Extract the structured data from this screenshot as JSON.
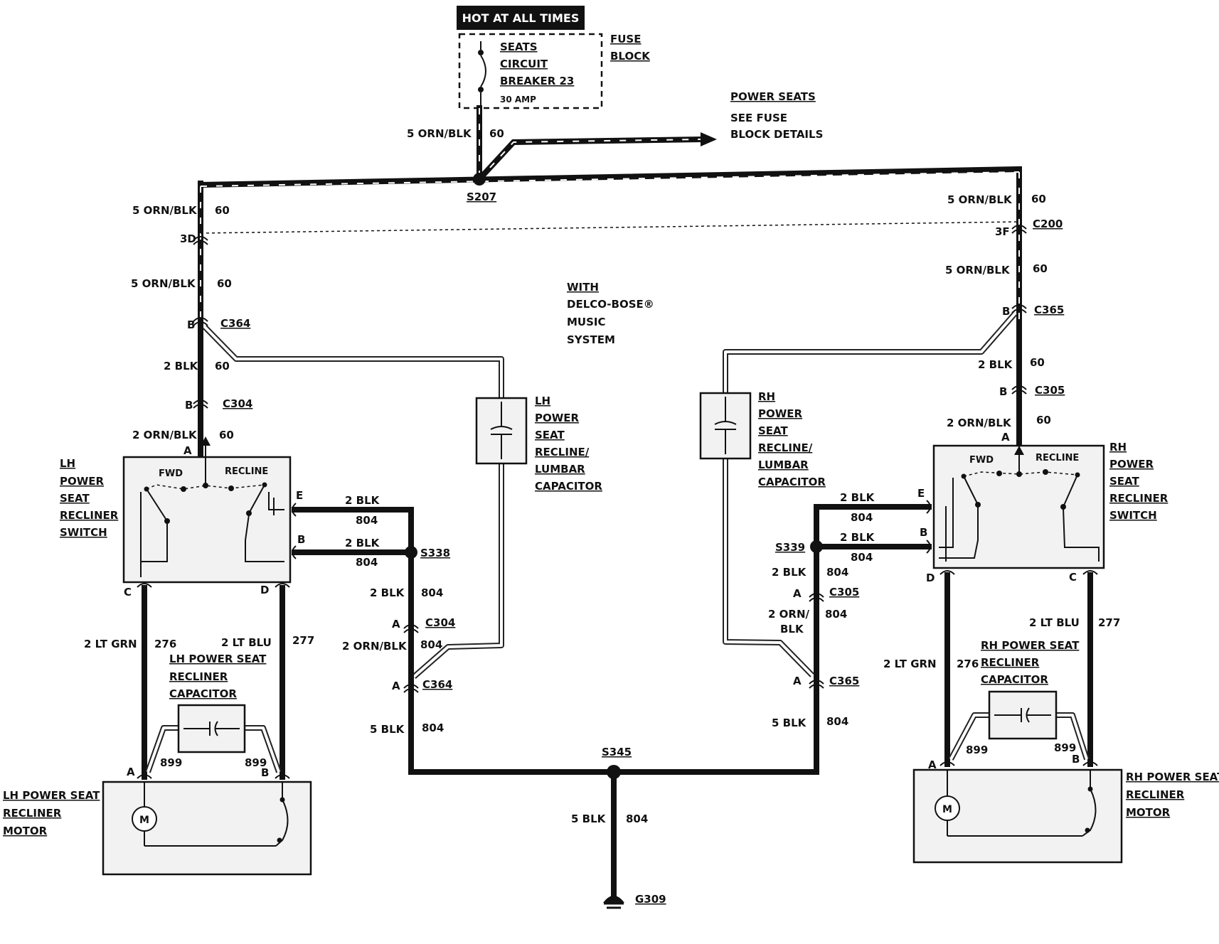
{
  "header": {
    "hot_banner": "HOT AT ALL TIMES",
    "fuse_block_label": [
      "FUSE",
      "BLOCK"
    ],
    "breaker_label": [
      "SEATS",
      "CIRCUIT",
      "BREAKER 23"
    ],
    "breaker_rating": "30 AMP",
    "power_seats_note": [
      "POWER SEATS",
      "SEE FUSE",
      "BLOCK DETAILS"
    ],
    "with_note": [
      "WITH",
      "DELCO-BOSE®",
      "MUSIC",
      "SYSTEM"
    ]
  },
  "wires": {
    "feed": {
      "gauge_color": "5 ORN/BLK",
      "circuit": "60"
    },
    "lh_upper": {
      "gauge_color": "5 ORN/BLK",
      "circuit": "60"
    },
    "lh_mid": {
      "gauge_color": "5 ORN/BLK",
      "circuit": "60"
    },
    "lh_blk": {
      "gauge_color": "2 BLK",
      "circuit": "60"
    },
    "lh_switch_feed": {
      "gauge_color": "2 ORN/BLK",
      "circuit": "60"
    },
    "rh_upper": {
      "gauge_color": "5 ORN/BLK",
      "circuit": "60"
    },
    "rh_mid": {
      "gauge_color": "5 ORN/BLK",
      "circuit": "60"
    },
    "rh_blk": {
      "gauge_color": "2 BLK",
      "circuit": "60"
    },
    "rh_switch_feed": {
      "gauge_color": "2 ORN/BLK",
      "circuit": "60"
    },
    "lh_e": {
      "gauge_color": "2 BLK",
      "circuit": "804"
    },
    "lh_b": {
      "gauge_color": "2 BLK",
      "circuit": "804"
    },
    "lh_ground_upper": {
      "gauge_color": "2 BLK",
      "circuit": "804"
    },
    "lh_ground_mid": {
      "gauge_color": "2 ORN/BLK",
      "circuit": "804"
    },
    "lh_ground_lower": {
      "gauge_color": "5 BLK",
      "circuit": "804"
    },
    "rh_e": {
      "gauge_color": "2 BLK",
      "circuit": "804"
    },
    "rh_b": {
      "gauge_color": "2 BLK",
      "circuit": "804"
    },
    "rh_ground_upper": {
      "gauge_color": "2 BLK",
      "circuit": "804"
    },
    "rh_ground_mid_1": "2 ORN/",
    "rh_ground_mid_2": "BLK",
    "rh_ground_mid_circuit": "804",
    "rh_ground_lower": {
      "gauge_color": "5 BLK",
      "circuit": "804"
    },
    "ground_trunk": {
      "gauge_color": "5 BLK",
      "circuit": "804"
    },
    "lh_motor_c": {
      "gauge_color": "2 LT GRN",
      "circuit": "276"
    },
    "lh_motor_d": {
      "gauge_color": "2 LT BLU",
      "circuit": "277"
    },
    "rh_motor_d": {
      "gauge_color": "2 LT GRN",
      "circuit": "276"
    },
    "rh_motor_c": {
      "gauge_color": "2 LT BLU",
      "circuit": "277"
    },
    "cap_circuit": "899"
  },
  "connectors": {
    "s207": "S207",
    "c200": "C200",
    "c200_lh_pin": "3D",
    "c200_rh_pin": "3F",
    "c364": "C364",
    "c365": "C365",
    "c304": "C304",
    "c305": "C305",
    "s338": "S338",
    "s339": "S339",
    "s345": "S345",
    "g309": "G309",
    "pin_a": "A",
    "pin_b": "B",
    "pin_c": "C",
    "pin_d": "D",
    "pin_e": "E"
  },
  "components": {
    "lh_switch": [
      "LH",
      "POWER",
      "SEAT",
      "RECLINER",
      "SWITCH"
    ],
    "rh_switch": [
      "RH",
      "POWER",
      "SEAT",
      "RECLINER",
      "SWITCH"
    ],
    "switch_fwd": "FWD",
    "switch_recline": "RECLINE",
    "lh_lumbar_cap": [
      "LH",
      "POWER",
      "SEAT",
      "RECLINE/",
      "LUMBAR",
      "CAPACITOR"
    ],
    "rh_lumbar_cap": [
      "RH",
      "POWER",
      "SEAT",
      "RECLINE/",
      "LUMBAR",
      "CAPACITOR"
    ],
    "lh_recliner_cap": [
      "LH POWER SEAT",
      "RECLINER",
      "CAPACITOR"
    ],
    "rh_recliner_cap": [
      "RH POWER SEAT",
      "RECLINER",
      "CAPACITOR"
    ],
    "lh_motor": [
      "LH POWER SEAT",
      "RECLINER",
      "MOTOR"
    ],
    "rh_motor": [
      "RH POWER SEAT",
      "RECLINER",
      "MOTOR"
    ],
    "motor_symbol": "M"
  },
  "colors": {
    "wire": "#111111",
    "component_fill": "#f2f2f2",
    "banner": "#111111"
  }
}
